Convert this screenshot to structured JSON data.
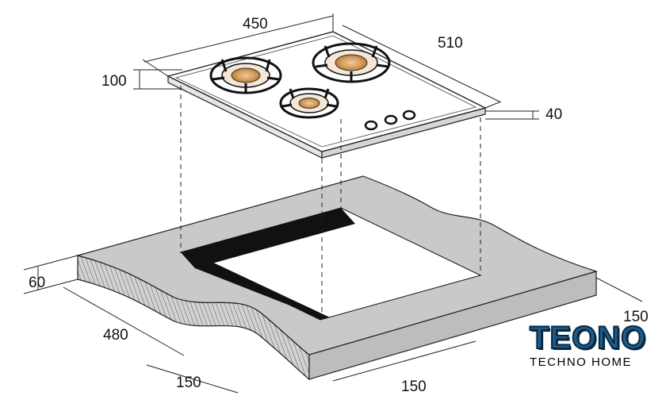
{
  "dimensions": {
    "hob_width": "450",
    "hob_depth": "510",
    "hob_height": "100",
    "glass_thickness": "40",
    "counter_thickness": "60",
    "cutout_depth": "480",
    "front_margin_left": "150",
    "front_margin_right": "150",
    "right_margin": "150"
  },
  "brand": {
    "logo_text": "TEONO",
    "tagline": "TECHNO HOME"
  },
  "colors": {
    "counter_fill": "#c9c9c9",
    "cutout_fill": "#111111",
    "hob_fill": "#ffffff",
    "brand_blue": "#1e5d88"
  }
}
